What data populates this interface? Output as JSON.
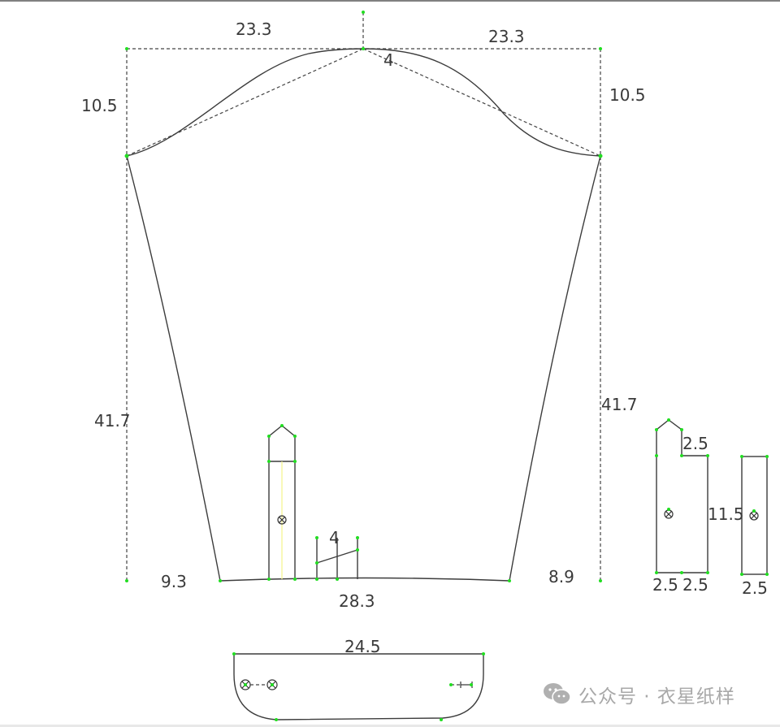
{
  "diagram": {
    "type": "sewing-pattern",
    "subject": "sleeve pattern with placket and cuff",
    "colors": {
      "outline": "#3c3c3c",
      "point": "#22dd22",
      "guide": "#444444",
      "grainline": "#f2f28a",
      "watermark": "#a8a8a8"
    }
  },
  "sleeve": {
    "cap_left_width": "23.3",
    "cap_right_width": "23.3",
    "cap_left_height": "10.5",
    "cap_right_height": "10.5",
    "cap_ease_label": "4",
    "left_length": "41.7",
    "right_length": "41.7",
    "hem_left_offset": "9.3",
    "hem_right_offset": "8.9",
    "hem_width": "28.3",
    "pleat_label": "4"
  },
  "placket": {
    "height": "11.5",
    "top_step": "2.5",
    "bottom_left": "2.5",
    "bottom_right": "2.5"
  },
  "placket_strip": {
    "width": "2.5"
  },
  "cuff": {
    "width": "24.5"
  },
  "watermark": {
    "icon": "wechat-icon",
    "text": "公众号 · 衣星纸样"
  }
}
